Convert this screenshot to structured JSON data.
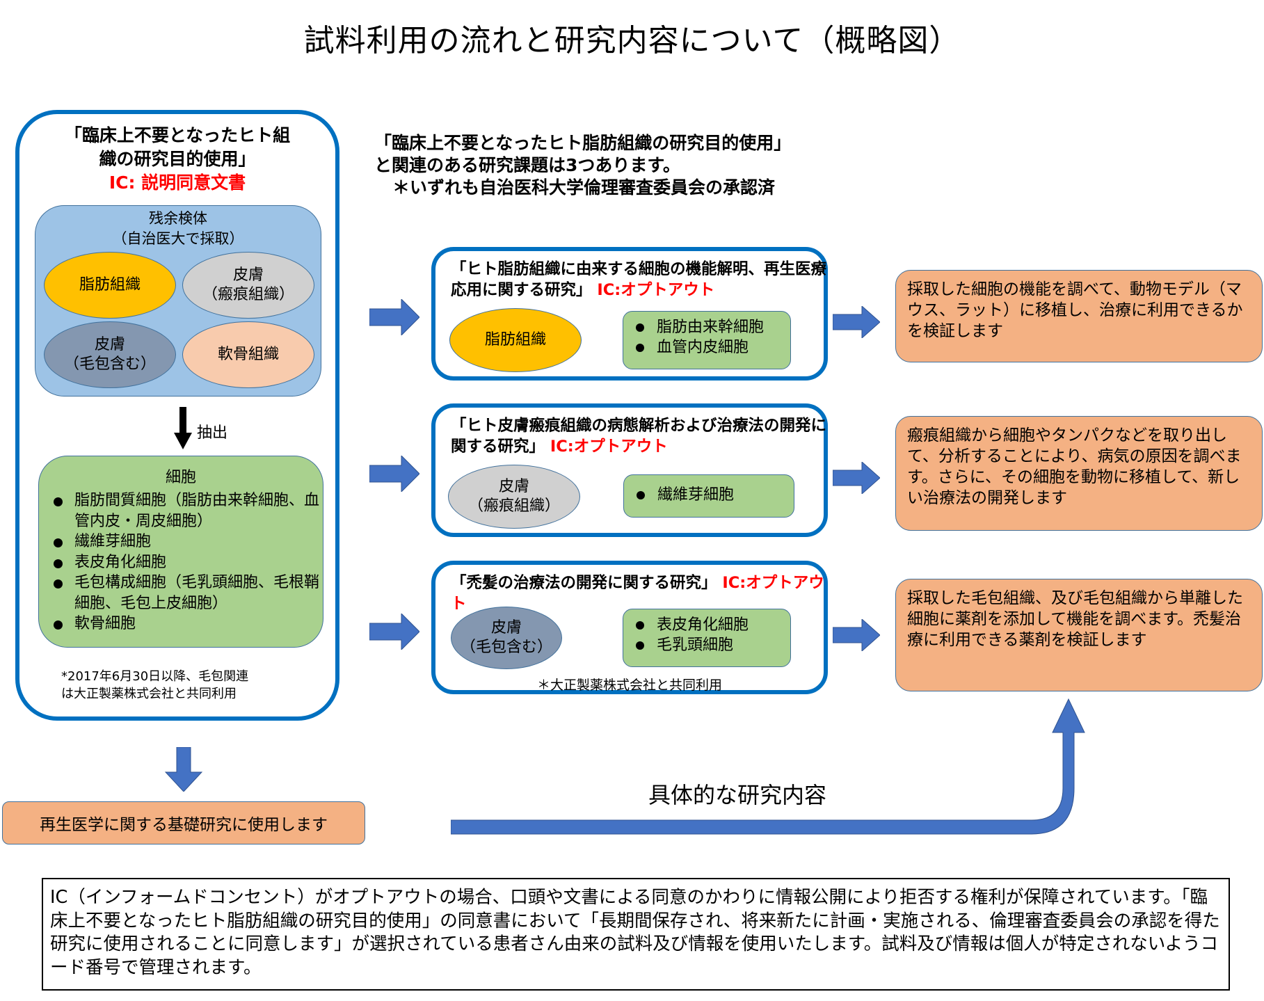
{
  "title": "試料利用の流れと研究内容について（概略図）",
  "colors": {
    "frame_blue": "#0070C0",
    "arrow_blue": "#4472C4",
    "residual_blue": "#9DC3E6",
    "cell_green": "#A9D18E",
    "result_orange": "#F4B183",
    "ic_red": "#FF0000",
    "adipose_yellow": "#FFC000",
    "scar_gray": "#D0D0D0",
    "hair_slate": "#8497B0",
    "cartilage_peach": "#F8CBAD"
  },
  "left_panel": {
    "heading_line1": "「臨床上不要となったヒト組",
    "heading_line2": "織の研究目的使用」",
    "ic": "IC: 説明同意文書",
    "residual": {
      "title_line1": "残余検体",
      "title_line2": "（自治医大で採取）",
      "tissues": [
        {
          "line1": "脂肪組織",
          "line2": ""
        },
        {
          "line1": "皮膚",
          "line2": "（瘢痕組織）"
        },
        {
          "line1": "皮膚",
          "line2": "（毛包含む）"
        },
        {
          "line1": "軟骨組織",
          "line2": ""
        }
      ]
    },
    "extract_label": "抽出",
    "cells": {
      "title": "細胞",
      "items": [
        "脂肪間質細胞（脂肪由来幹細胞、血管内皮・周皮細胞）",
        "繊維芽細胞",
        "表皮角化細胞",
        "毛包構成細胞（毛乳頭細胞、毛根鞘細胞、毛包上皮細胞）",
        "軟骨細胞"
      ]
    },
    "footnote_line1": "*2017年6月30日以降、毛包関連",
    "footnote_line2": "は大正製薬株式会社と共同利用"
  },
  "basic_research": "再生医学に関する基礎研究に使用します",
  "mid_header": {
    "line1": "「臨床上不要となったヒト脂肪組織の研究目的使用」",
    "line2": "と関連のある研究課題は3つあります。",
    "line3": "＊いずれも自治医科大学倫理審査委員会の承認済"
  },
  "studies": [
    {
      "title": "「ヒト脂肪組織に由来する細胞の機能解明、再生医療応用に関する研究」",
      "ic": "IC:オプトアウト",
      "tissue_line1": "脂肪組織",
      "tissue_line2": "",
      "cells": [
        "脂肪由来幹細胞",
        "血管内皮細胞"
      ],
      "footnote": "",
      "result": "採取した細胞の機能を調べて、動物モデル（マウス、ラット）に移植し、治療に利用できるかを検証します"
    },
    {
      "title": "「ヒト皮膚瘢痕組織の病態解析および治療法の開発に関する研究」",
      "ic": "IC:オプトアウト",
      "tissue_line1": "皮膚",
      "tissue_line2": "（瘢痕組織）",
      "cells": [
        "繊維芽細胞"
      ],
      "footnote": "",
      "result": "瘢痕組織から細胞やタンパクなどを取り出して、分析することにより、病気の原因を調べます。さらに、その細胞を動物に移植して、新しい治療法の開発します"
    },
    {
      "title": "「禿髪の治療法の開発に関する研究」",
      "ic": "IC:オプトアウト",
      "tissue_line1": "皮膚",
      "tissue_line2": "（毛包含む）",
      "cells": [
        "表皮角化細胞",
        "毛乳頭細胞"
      ],
      "footnote": "＊大正製薬株式会社と共同利用",
      "result": "採取した毛包組織、及び毛包組織から単離した細胞に薬剤を添加して機能を調べます。禿髪治療に利用できる薬剤を検証します"
    }
  ],
  "concrete_label": "具体的な研究内容",
  "note": "IC（インフォームドコンセント）がオプトアウトの場合、口頭や文書による同意のかわりに情報公開により拒否する権利が保障されています。「臨床上不要となったヒト脂肪組織の研究目的使用」の同意書において「長期間保存され、将来新たに計画・実施される、倫理審査委員会の承認を得た研究に使用されることに同意します」が選択されている患者さん由来の試料及び情報を使用いたします。試料及び情報は個人が特定されないようコード番号で管理されます。"
}
